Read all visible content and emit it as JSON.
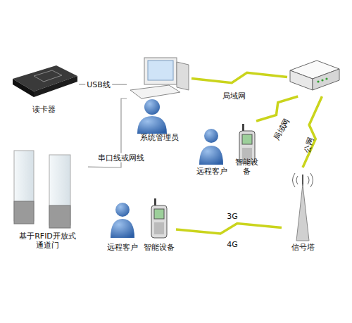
{
  "diagram": {
    "nodes": [
      {
        "text": [
          "读卡器"
        ]
      },
      {
        "text": [
          "系统管理员"
        ]
      },
      {
        "text": []
      },
      {
        "text": [
          "远程客户"
        ]
      },
      {
        "text": [
          "智能设备"
        ]
      },
      {
        "text": [
          "基于RFID开放式 通道门"
        ]
      },
      {
        "text": [
          "远程客户"
        ]
      },
      {
        "text": [
          "智能设备"
        ]
      },
      {
        "text": [
          "信号塔"
        ]
      }
    ],
    "edges": [
      {
        "from": 0,
        "to": 1,
        "arrow": "none",
        "label": "USB线"
      },
      {
        "from": 1,
        "to": 2,
        "arrow": "none",
        "label": "局域网"
      },
      {
        "from": 4,
        "to": 2,
        "arrow": "none",
        "label": "局域网"
      },
      {
        "from": 8,
        "to": 2,
        "arrow": "none",
        "label": "公网"
      },
      {
        "from": 5,
        "to": 1,
        "arrow": "none",
        "label": "串口线或网线"
      },
      {
        "from": 7,
        "to": 8,
        "arrow": "none",
        "label": "3G"
      }
    ],
    "labels": [
      "4G"
    ]
  }
}
